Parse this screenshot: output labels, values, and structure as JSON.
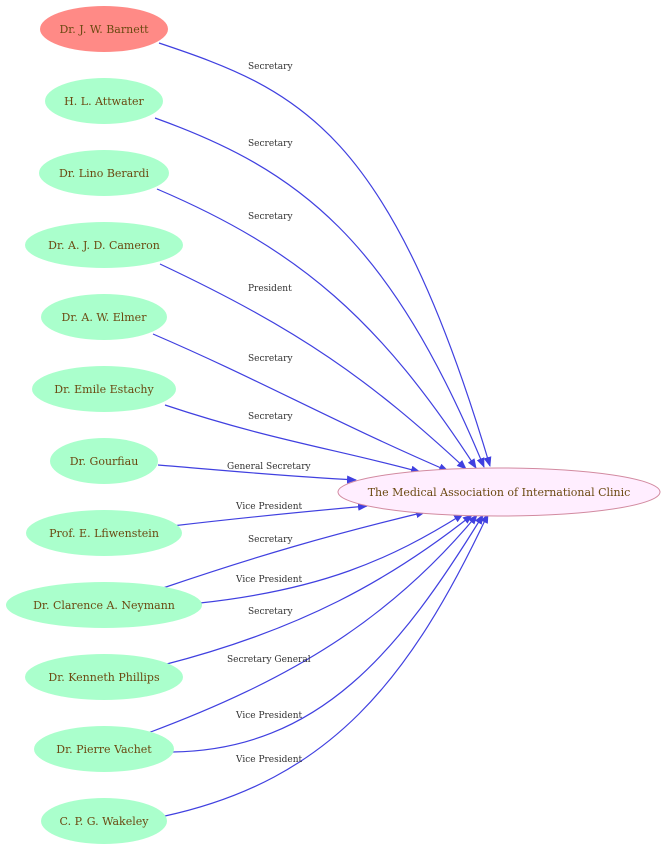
{
  "colors": {
    "person_fill": "#aaffcc",
    "highlight_fill": "#ff8a86",
    "org_fill": "#ffeeff",
    "org_stroke": "#d28aa0",
    "edge": "#4040e0",
    "node_text": "#6b4a12",
    "edge_text": "#333333"
  },
  "organization": {
    "label": "The Medical Association of International Clinic"
  },
  "people": [
    {
      "label": "Dr. J. W. Barnett",
      "highlighted": true
    },
    {
      "label": "H. L. Attwater"
    },
    {
      "label": "Dr. Lino Berardi"
    },
    {
      "label": "Dr. A. J. D. Cameron"
    },
    {
      "label": "Dr. A. W. Elmer"
    },
    {
      "label": "Dr. Emile Estachy"
    },
    {
      "label": "Dr. Gourfiau"
    },
    {
      "label": "Prof. E. Lfiwenstein"
    },
    {
      "label": "Dr. Clarence A. Neymann"
    },
    {
      "label": "Dr. Kenneth Phillips"
    },
    {
      "label": "Dr. Pierre Vachet"
    },
    {
      "label": "C. P. G. Wakeley"
    }
  ],
  "edges": [
    {
      "from": "Dr. J. W. Barnett",
      "label": "Secretary"
    },
    {
      "from": "H. L. Attwater",
      "label": "Secretary"
    },
    {
      "from": "Dr. Lino Berardi",
      "label": "Secretary"
    },
    {
      "from": "Dr. A. J. D. Cameron",
      "label": "President"
    },
    {
      "from": "Dr. A. W. Elmer",
      "label": "Secretary"
    },
    {
      "from": "Dr. Emile Estachy",
      "label": "Secretary"
    },
    {
      "from": "Dr. Gourfiau",
      "label": "General Secretary"
    },
    {
      "from": "Prof. E. Lfiwenstein",
      "label": "Vice President"
    },
    {
      "from": "Dr. Clarence A. Neymann",
      "label": "Secretary"
    },
    {
      "from": "Dr. Clarence A. Neymann",
      "label": "Vice President"
    },
    {
      "from": "Dr. Kenneth Phillips",
      "label": "Secretary"
    },
    {
      "from": "Dr. Pierre Vachet",
      "label": "Secretary General"
    },
    {
      "from": "Dr. Pierre Vachet",
      "label": "Vice President"
    },
    {
      "from": "C. P. G. Wakeley",
      "label": "Vice President"
    }
  ]
}
